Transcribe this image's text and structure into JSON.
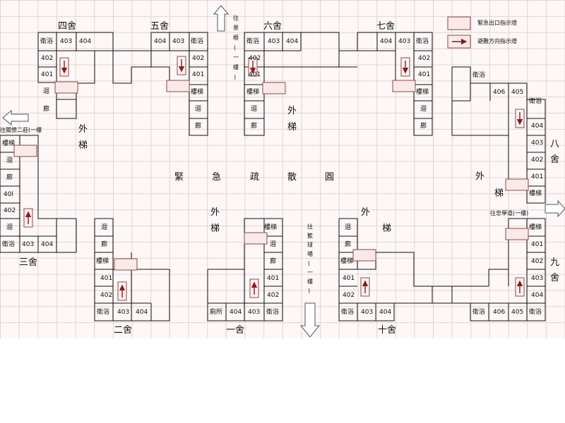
{
  "legend": {
    "exit_sign": "緊急出口指示燈",
    "direction_sign": "避難方向指示燈",
    "exit_color": "#fbe8e8",
    "arrow_color": "#8b1a1a"
  },
  "assembly_area": {
    "label_chars": [
      "緊",
      "急",
      "疏",
      "散",
      "圓"
    ]
  },
  "directions": {
    "top_center": [
      "往",
      "景",
      "榧",
      "(",
      "一",
      "樓",
      ")"
    ],
    "left_top": "往關懷二莊(一樓",
    "right_middle": "往忠學道(一樓)",
    "bottom_center": [
      "往",
      "籃",
      "球",
      "場",
      "(",
      "一",
      "樓",
      ")"
    ]
  },
  "dorms": {
    "d4": "四舍",
    "d5": "五舍",
    "d6": "六舍",
    "d7": "七舍",
    "d3": "三舍",
    "d2": "二舍",
    "d1": "一舍",
    "d10": "十舍",
    "d8_chars": [
      "八",
      "舍"
    ],
    "d9_chars": [
      "九",
      "舍"
    ]
  },
  "stairs_labels": {
    "outer": "外",
    "ladder": "梯",
    "stair": "樓梯",
    "corridor_a": "迴",
    "corridor_b": "廊"
  },
  "rooms": {
    "bath": "衛浴",
    "toilet": "廁所",
    "r401": "401",
    "r401_alt": "40l",
    "r402": "402",
    "r403": "403",
    "r404": "404",
    "r405": "405",
    "r406": "406"
  }
}
